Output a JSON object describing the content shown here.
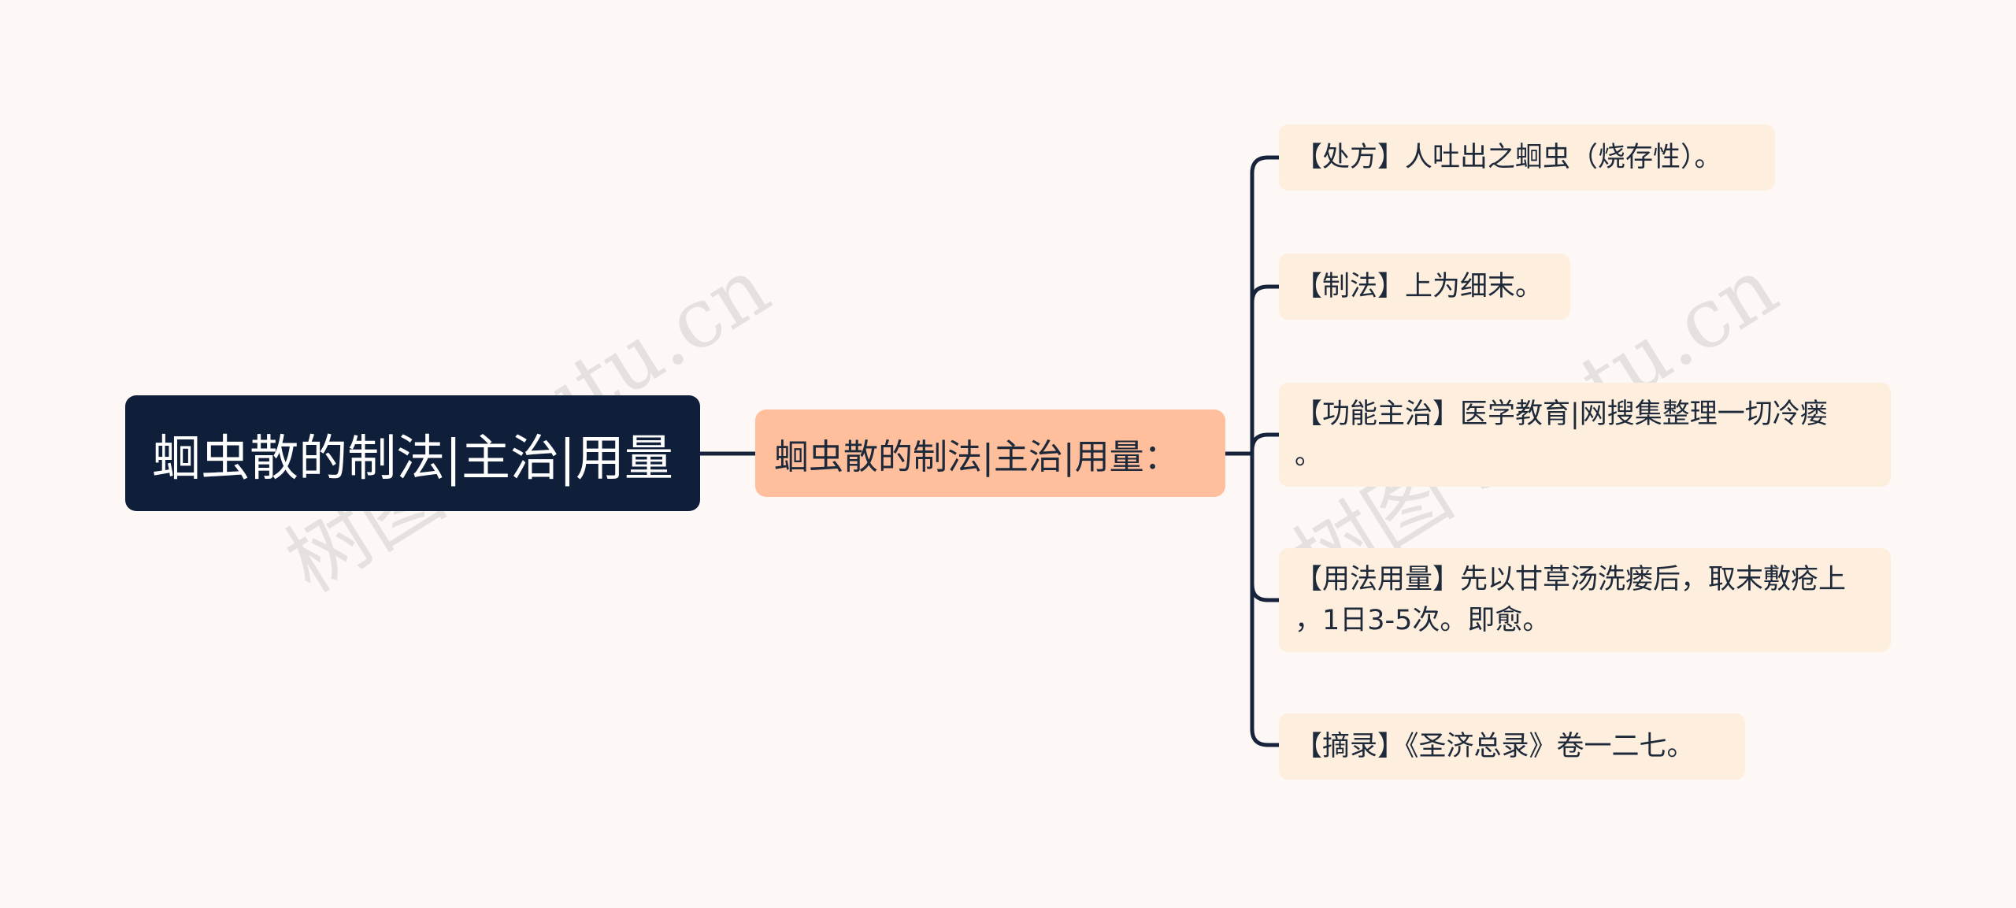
{
  "watermark": {
    "text": "树图 shutu.cn"
  },
  "root": {
    "label": "蛔虫散的制法|主治|用量"
  },
  "branch": {
    "label": "蛔虫散的制法|主治|用量："
  },
  "leaves": [
    {
      "text": "【处方】人吐出之蛔虫（烧存性）。"
    },
    {
      "text": "【制法】上为细末。"
    },
    {
      "text": "【功能主治】医学教育|网搜集整理一切冷瘘\n。"
    },
    {
      "text": "【用法用量】先以甘草汤洗瘘后，取末敷疮上\n，1日3-5次。即愈。"
    },
    {
      "text": "【摘录】《圣济总录》卷一二七。"
    }
  ],
  "colors": {
    "background": "#fdf8f6",
    "root_fill": "#0f1f3a",
    "branch_fill": "#ffbe9c",
    "leaf_fill": "#fdeedd",
    "connector": "#17233a"
  }
}
